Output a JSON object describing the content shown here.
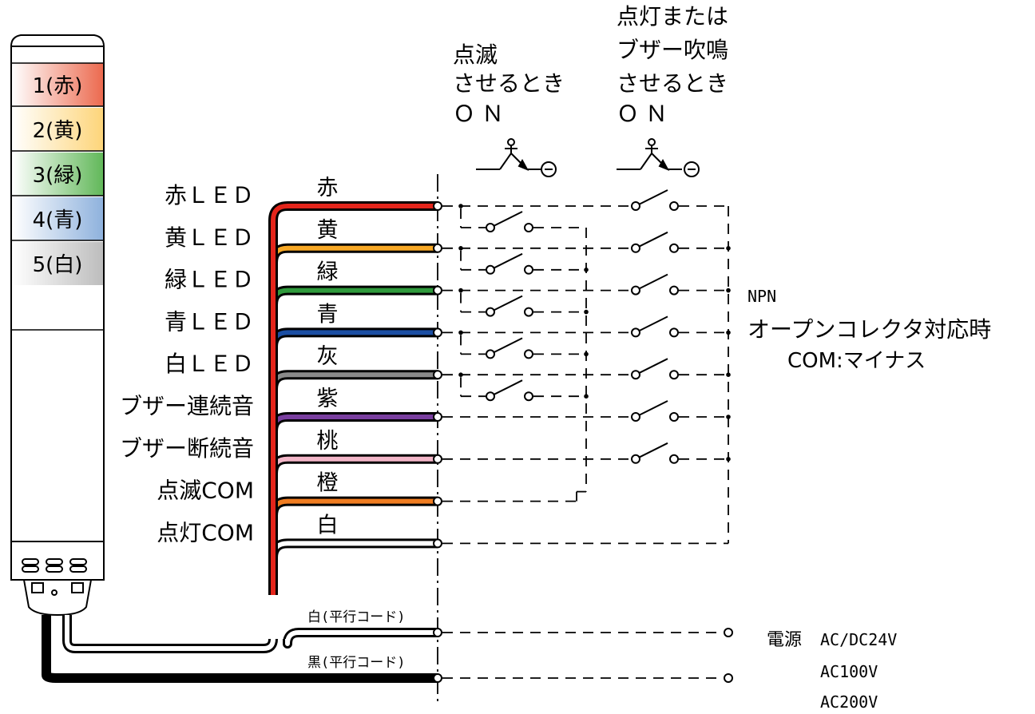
{
  "tower_segments": [
    {
      "label": "1(赤)",
      "color": "#f0907a"
    },
    {
      "label": "2(黄)",
      "color": "#fde29a"
    },
    {
      "label": "3(緑)",
      "color": "#8fcf86"
    },
    {
      "label": "4(青)",
      "color": "#a9c6e6"
    },
    {
      "label": "5(白)",
      "color": "#d8d8d8"
    }
  ],
  "wires": [
    {
      "function": "赤ＬＥＤ",
      "color_name": "赤",
      "color": "#e4251b"
    },
    {
      "function": "黄ＬＥＤ",
      "color_name": "黄",
      "color": "#f7a825"
    },
    {
      "function": "緑ＬＥＤ",
      "color_name": "緑",
      "color": "#2f9a3c"
    },
    {
      "function": "青ＬＥＤ",
      "color_name": "青",
      "color": "#1b4ea3"
    },
    {
      "function": "白ＬＥＤ",
      "color_name": "灰",
      "color": "#8a8a8a"
    },
    {
      "function": "ブザー連続音",
      "color_name": "紫",
      "color": "#7a3fa0"
    },
    {
      "function": "ブザー断続音",
      "color_name": "桃",
      "color": "#f3b6c8"
    },
    {
      "function": "点滅COM",
      "color_name": "橙",
      "color": "#f07d22"
    },
    {
      "function": "点灯COM",
      "color_name": "白",
      "color": "#ffffff"
    }
  ],
  "power_wires": [
    {
      "label": "白(平行コード)",
      "color": "#ffffff"
    },
    {
      "label": "黒(平行コード)",
      "color": "#000000"
    }
  ],
  "blink_header": {
    "line1": "点滅",
    "line2": "させるとき",
    "line3": "ＯＮ"
  },
  "light_header": {
    "line1": "点灯または",
    "line2": "ブザー吹鳴",
    "line3": "させるとき",
    "line4": "ＯＮ"
  },
  "npn_note": {
    "line1": "NPN",
    "line2": "オープンコレクタ対応時",
    "line3": "COM:マイナス"
  },
  "power_note": {
    "label": "電源",
    "v1": "AC/DC24V",
    "v2": "AC100V",
    "v3": "AC200V"
  }
}
